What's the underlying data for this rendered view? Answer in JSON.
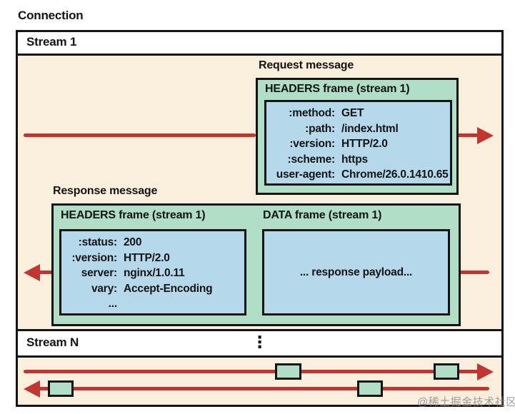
{
  "connection_label": "Connection",
  "stream1": {
    "label": "Stream 1",
    "request": {
      "message_label": "Request message",
      "frame_title": "HEADERS frame (stream 1)",
      "headers": [
        {
          "key": ":method:",
          "value": "GET"
        },
        {
          "key": ":path:",
          "value": "/index.html"
        },
        {
          "key": ":version:",
          "value": "HTTP/2.0"
        },
        {
          "key": ":scheme:",
          "value": "https"
        },
        {
          "key": "user-agent:",
          "value": "Chrome/26.0.1410.65"
        }
      ]
    },
    "response": {
      "message_label": "Response message",
      "headers_frame": {
        "title": "HEADERS frame (stream 1)",
        "headers": [
          {
            "key": ":status:",
            "value": "200"
          },
          {
            "key": ":version:",
            "value": "HTTP/2.0"
          },
          {
            "key": "server:",
            "value": "nginx/1.0.11"
          },
          {
            "key": "vary:",
            "value": "Accept-Encoding"
          },
          {
            "key": "...",
            "value": ""
          }
        ]
      },
      "data_frame": {
        "title": "DATA frame (stream 1)",
        "payload": "... response payload..."
      }
    }
  },
  "streamN": {
    "label": "Stream N",
    "ellipsis": "⋮"
  },
  "watermark": "@稀土掘金技术社区",
  "colors": {
    "background_beige": "#faeedd",
    "frame_green": "#b1dec7",
    "payload_blue": "#b5d8eb",
    "arrow_red": "#c33531",
    "border_black": "#141414"
  }
}
